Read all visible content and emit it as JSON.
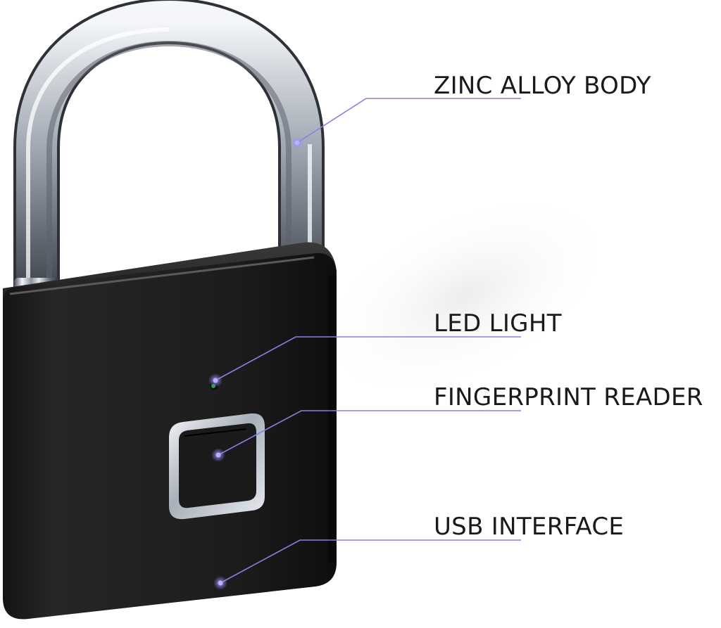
{
  "callouts": [
    {
      "id": "body",
      "label": "ZINC ALLOY BODY"
    },
    {
      "id": "led",
      "label": "LED LIGHT"
    },
    {
      "id": "fingerprint",
      "label": "FINGERPRINT READER"
    },
    {
      "id": "usb",
      "label": "USB INTERFACE"
    }
  ],
  "colors": {
    "background": "#ffffff",
    "lock_body": "#1c1c1c",
    "shackle": "#b9bec6",
    "callout_line": "#8a7fe0",
    "label_text": "#1a1a1a",
    "led": "#1f9d3a"
  },
  "icons": {
    "shackle": "padlock-shackle",
    "body": "padlock-body",
    "sensor": "fingerprint-sensor",
    "led": "led-indicator"
  }
}
